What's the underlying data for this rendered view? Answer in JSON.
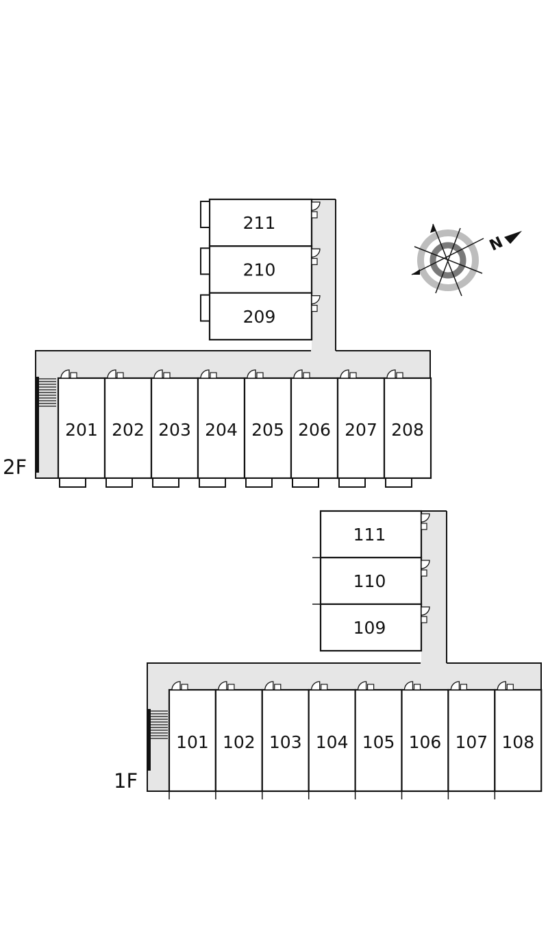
{
  "floors": [
    {
      "label": "2F",
      "row_units": [
        "201",
        "202",
        "203",
        "204",
        "205",
        "206",
        "207",
        "208"
      ],
      "wing_units": [
        "211",
        "210",
        "209"
      ]
    },
    {
      "label": "1F",
      "row_units": [
        "101",
        "102",
        "103",
        "104",
        "105",
        "106",
        "107",
        "108"
      ],
      "wing_units": [
        "111",
        "110",
        "109"
      ]
    }
  ],
  "compass": {
    "north_label": "N"
  },
  "colors": {
    "corridor": "#e6e6e6",
    "wall": "#111111",
    "compass_outer": "#bdbdbd",
    "compass_inner": "#7a7a7a"
  }
}
